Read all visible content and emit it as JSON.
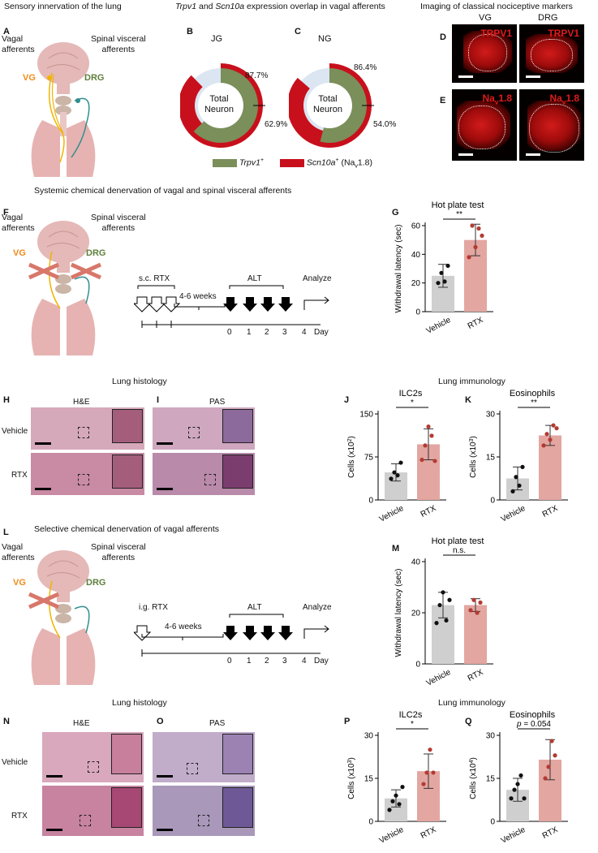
{
  "sections": {
    "s1": "Sensory innervation of the lung",
    "s2_gene1": "Trpv1",
    "s2_and": " and ",
    "s2_gene2": "Scn10a",
    "s2_rest": " expression overlap in vagal afferents",
    "s3": "Imaging of classical nociceptive markers",
    "s4": "Systemic chemical denervation of vagal and spinal visceral afferents",
    "s5": "Selective chemical denervation of vagal afferents"
  },
  "panel_letters": [
    "A",
    "B",
    "C",
    "D",
    "E",
    "F",
    "G",
    "H",
    "I",
    "J",
    "K",
    "L",
    "M",
    "N",
    "O",
    "P",
    "Q"
  ],
  "anatomy": {
    "vagal": [
      "Vagal",
      "afferents"
    ],
    "spinal": [
      "Spinal visceral",
      "afferents"
    ],
    "vg": "VG",
    "drg": "DRG"
  },
  "donuts": [
    {
      "name": "JG",
      "outer_pct": "87.7%",
      "inner_pct": "62.9%",
      "outer_frac": 0.877,
      "inner_frac": 0.629,
      "center": [
        "Total",
        "Neuron"
      ]
    },
    {
      "name": "NG",
      "outer_pct": "86.4%",
      "inner_pct": "54.0%",
      "outer_frac": 0.864,
      "inner_frac": 0.54,
      "center": [
        "Total",
        "Neuron"
      ]
    }
  ],
  "legend": {
    "trpv1": "Trpv1",
    "trpv1_sup": "+",
    "scn10a": "Scn10a",
    "scn10a_sup": "+",
    "scn10a_extra": " (Na",
    "scn10a_sub": "v",
    "scn10a_end": "1.8)",
    "trpv1_color": "#7a8f5a",
    "scn10a_color": "#c8101c"
  },
  "imaging": {
    "cols": [
      "VG",
      "DRG"
    ],
    "row_d_marker": "TRPV1",
    "row_e_marker": "Na",
    "row_e_sub": "v",
    "row_e_end": "1.8"
  },
  "timeline_f": {
    "treatment": "s.c. RTX",
    "gap": "4-6 weeks",
    "alt": "ALT",
    "analyze": "Analyze",
    "days": [
      "0",
      "1",
      "2",
      "3",
      "4"
    ],
    "day_label": "Day"
  },
  "timeline_l": {
    "treatment": "i.g. RTX",
    "gap": "4-6 weeks",
    "alt": "ALT",
    "analyze": "Analyze",
    "days": [
      "0",
      "1",
      "2",
      "3",
      "4"
    ],
    "day_label": "Day"
  },
  "histology": {
    "title": "Lung histology",
    "he": "H&E",
    "pas": "PAS",
    "rows": [
      "Vehicle",
      "RTX"
    ]
  },
  "immunology_title": "Lung immunology",
  "chart_data": [
    {
      "id": "G",
      "type": "bar",
      "title": "Hot plate test",
      "ylabel": "Withdrawal latency (sec)",
      "categories": [
        "Vehicle",
        "RTX"
      ],
      "values": [
        25,
        50
      ],
      "errors": [
        8,
        11
      ],
      "ylim": [
        0,
        60
      ],
      "yticks": [
        "0",
        "20",
        "40",
        "60"
      ],
      "sig": "**",
      "points": [
        [
          20,
          27,
          21,
          32
        ],
        [
          38,
          60,
          45,
          58,
          53
        ]
      ]
    },
    {
      "id": "J",
      "type": "bar",
      "title": "ILC2s",
      "ylabel": "Cells (x10",
      "ylabel_sup": "2",
      "ylabel_end": ")",
      "categories": [
        "Vehicle",
        "RTX"
      ],
      "values": [
        48,
        97
      ],
      "errors": [
        15,
        27
      ],
      "ylim": [
        0,
        150
      ],
      "yticks": [
        "0",
        "75",
        "150"
      ],
      "sig": "*",
      "points": [
        [
          37,
          48,
          43,
          65
        ],
        [
          70,
          95,
          128,
          112,
          68
        ]
      ]
    },
    {
      "id": "K",
      "type": "bar",
      "title": "Eosinophils",
      "ylabel": "Cells (x10",
      "ylabel_sup": "3",
      "ylabel_end": ")",
      "categories": [
        "Vehicle",
        "RTX"
      ],
      "values": [
        7.5,
        22.5
      ],
      "errors": [
        4,
        3.5
      ],
      "ylim": [
        0,
        30
      ],
      "yticks": [
        "0",
        "15",
        "30"
      ],
      "sig": "**",
      "points": [
        [
          3,
          8,
          5,
          11.5
        ],
        [
          19,
          23,
          21,
          26,
          25
        ]
      ]
    },
    {
      "id": "M",
      "type": "bar",
      "title": "Hot plate test",
      "ylabel": "Withdrawal latency (sec)",
      "categories": [
        "Vehicle",
        "RTX"
      ],
      "values": [
        23,
        23
      ],
      "errors": [
        5,
        2.5
      ],
      "ylim": [
        0,
        40
      ],
      "yticks": [
        "0",
        "20",
        "40"
      ],
      "sig": "n.s.",
      "points": [
        [
          16,
          23,
          28,
          17,
          25
        ],
        [
          21,
          25,
          20,
          24
        ]
      ]
    },
    {
      "id": "P",
      "type": "bar",
      "title": "ILC2s",
      "ylabel": "Cells (x10",
      "ylabel_sup": "3",
      "ylabel_end": ")",
      "categories": [
        "Vehicle",
        "RTX"
      ],
      "values": [
        8,
        17.5
      ],
      "errors": [
        3,
        6
      ],
      "ylim": [
        0,
        30
      ],
      "yticks": [
        "0",
        "15",
        "30"
      ],
      "sig": "*",
      "points": [
        [
          4,
          7,
          9,
          6,
          12
        ],
        [
          13,
          17,
          25,
          17
        ]
      ]
    },
    {
      "id": "Q",
      "type": "bar",
      "title": "Eosinophils",
      "ylabel": "Cells (x10",
      "ylabel_sup": "4",
      "ylabel_end": ")",
      "categories": [
        "Vehicle",
        "RTX"
      ],
      "values": [
        11,
        21.5
      ],
      "errors": [
        4,
        7
      ],
      "ylim": [
        0,
        30
      ],
      "yticks": [
        "0",
        "15",
        "30"
      ],
      "sig": "p = 0.054",
      "points": [
        [
          8,
          11,
          13,
          16,
          8
        ],
        [
          15,
          19,
          28,
          23
        ]
      ]
    }
  ]
}
